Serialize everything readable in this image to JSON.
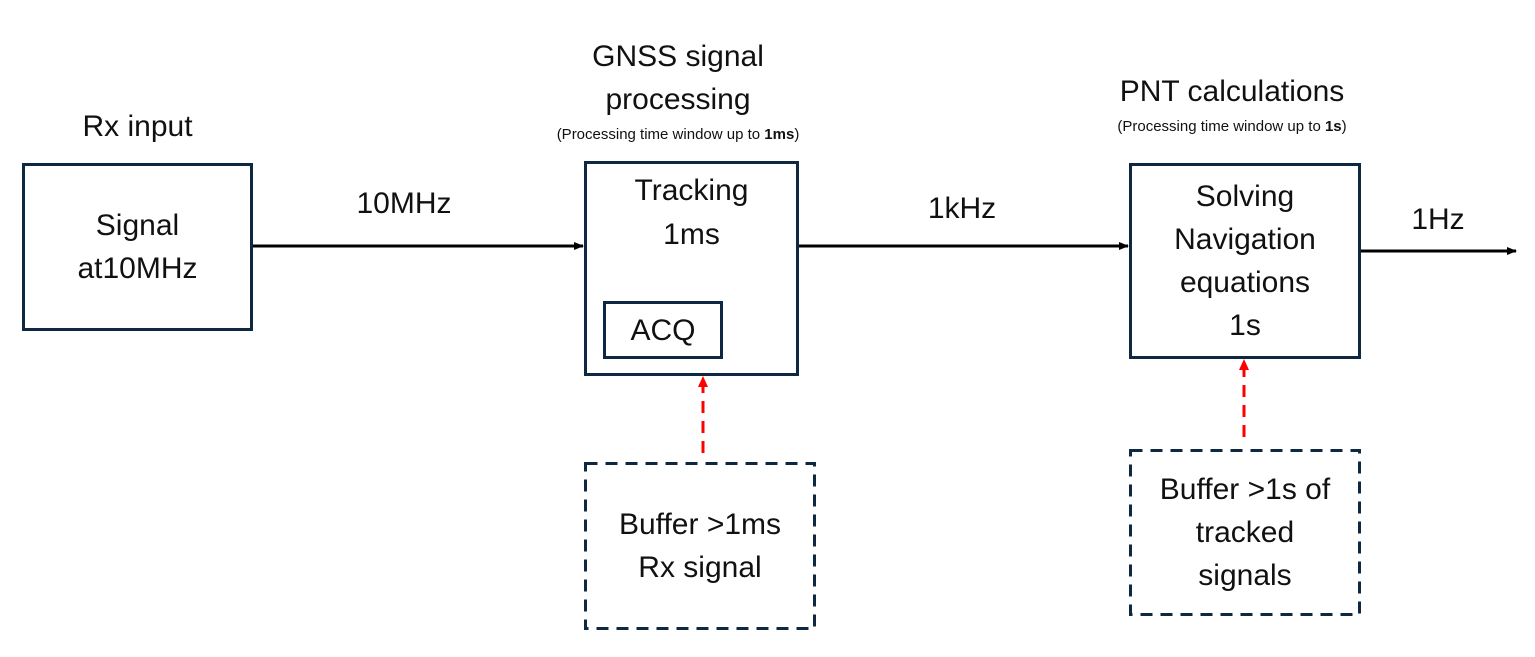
{
  "colors": {
    "box_border": "#0e2841",
    "arrow": "#000000",
    "feed_arrow": "#ff0000",
    "text": "#111111"
  },
  "headers": {
    "rx": "Rx input",
    "gnss_line1": "GNSS signal",
    "gnss_line2": "processing",
    "gnss_caption_prefix": "(Processing time window up to ",
    "gnss_caption_bold": "1ms",
    "gnss_caption_suffix": ")",
    "pnt": "PNT calculations",
    "pnt_caption_prefix": "(Processing time window up to ",
    "pnt_caption_bold": "1s",
    "pnt_caption_suffix": ")"
  },
  "blocks": {
    "rx": {
      "lines": [
        "Signal",
        "at10MHz"
      ]
    },
    "tracking": {
      "lines": [
        "Tracking",
        "1ms"
      ],
      "inner": "ACQ"
    },
    "solving": {
      "lines": [
        "Solving",
        "Navigation",
        "equations",
        "1s"
      ]
    },
    "buffer_rx": {
      "lines": [
        "Buffer >1ms",
        "Rx signal"
      ]
    },
    "buffer_tracked": {
      "lines": [
        "Buffer >1s of",
        "tracked",
        "signals"
      ]
    }
  },
  "edges": {
    "rx_to_tracking": "10MHz",
    "tracking_to_solving": "1kHz",
    "solving_out": "1Hz"
  }
}
